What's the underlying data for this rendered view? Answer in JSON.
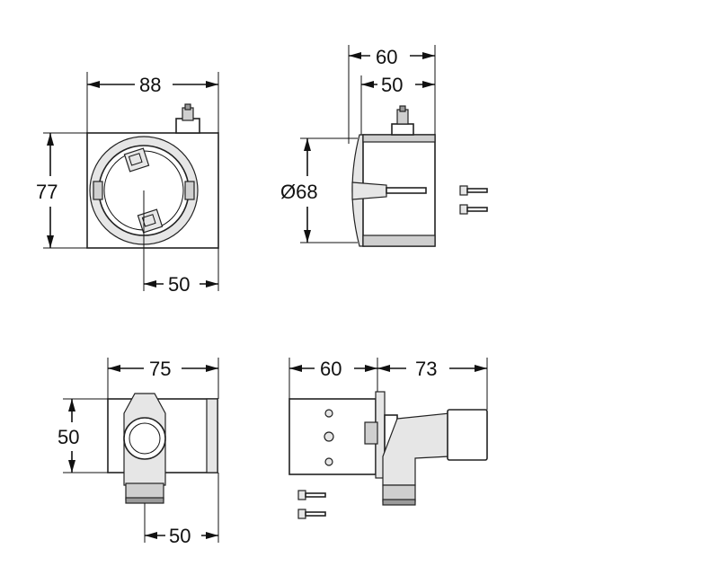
{
  "dimensions": {
    "top_left_width": "88",
    "top_left_height": "77",
    "top_left_bottom": "50",
    "top_right_outer": "60",
    "top_right_inner": "50",
    "top_right_diameter": "Ø68",
    "bottom_left_width": "75",
    "bottom_left_height": "50",
    "bottom_left_bottom": "50",
    "bottom_right_body": "60",
    "bottom_right_pipe": "73"
  }
}
